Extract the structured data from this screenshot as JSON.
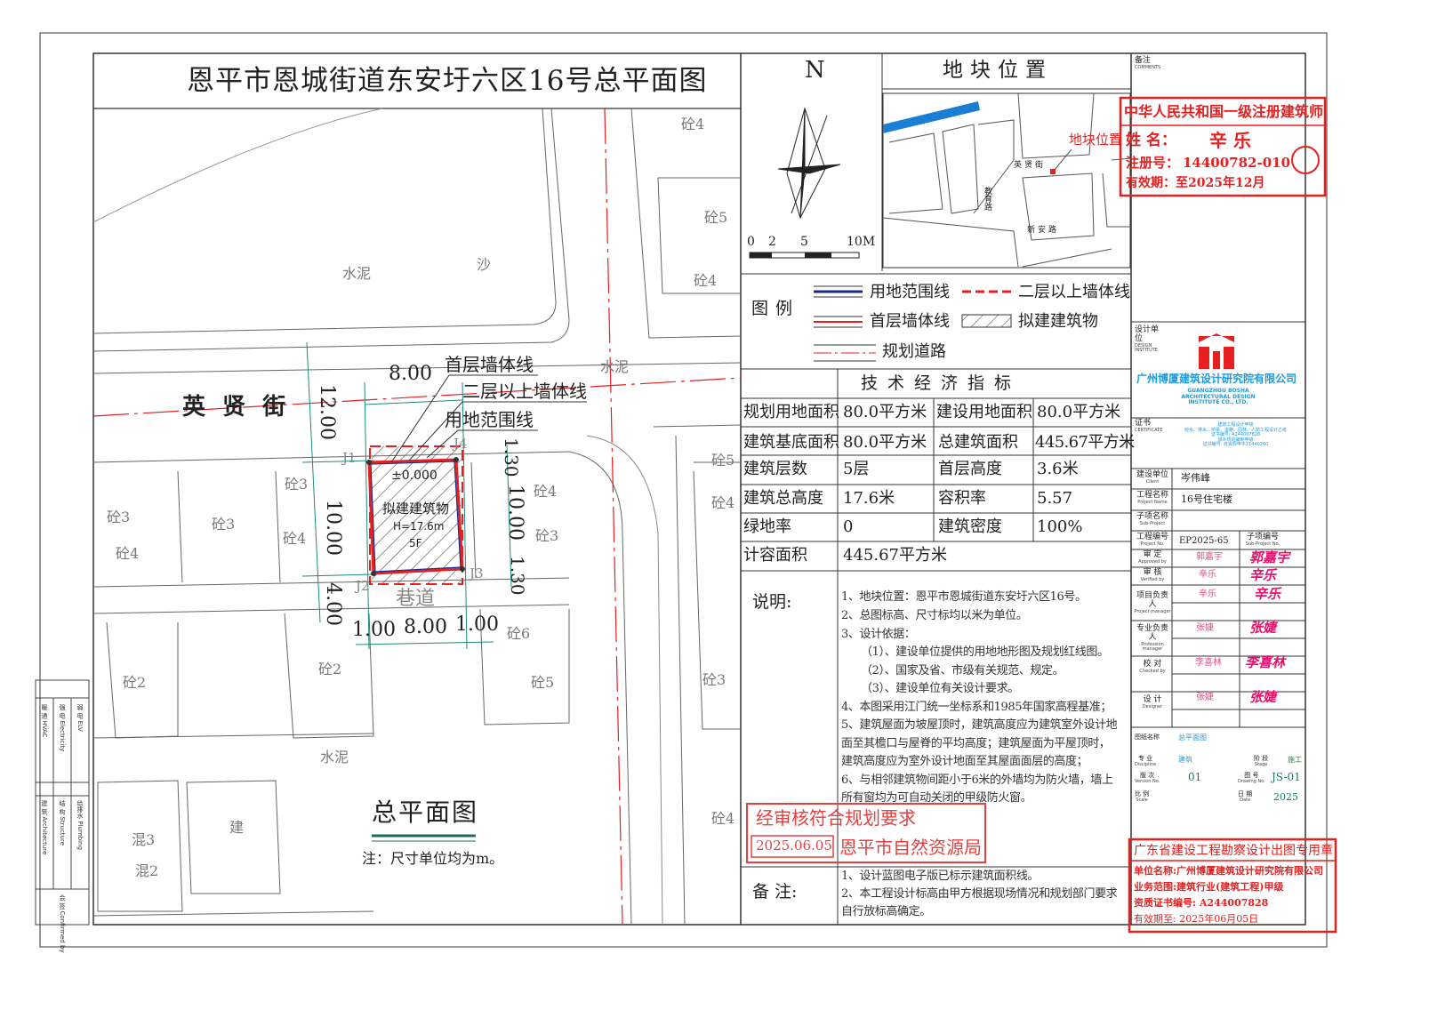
{
  "title": "恩平市恩城街道东安圩六区16号总平面图",
  "north": {
    "label": "N",
    "scale_ticks": [
      "0",
      "2",
      "5",
      "10M"
    ]
  },
  "location": {
    "header": "地块位置",
    "marker_label": "地块位置",
    "streets": [
      "英贤街",
      "教育路",
      "新安路"
    ],
    "river_color": "#1a7fd4"
  },
  "legend": {
    "title": "图例",
    "items": [
      {
        "label": "用地范围线",
        "color": "#1a2a8a"
      },
      {
        "label": "二层以上墙体线",
        "color": "#e62020"
      },
      {
        "label": "首层墙体线",
        "color": "#e62020"
      },
      {
        "label": "拟建建筑物",
        "color": "#333333"
      },
      {
        "label": "规划道路",
        "color": "#e62020"
      }
    ]
  },
  "tech": {
    "header": "技术经济指标",
    "rows": [
      [
        "规划用地面积",
        "80.0平方米",
        "建设用地面积",
        "80.0平方米"
      ],
      [
        "建筑基底面积",
        "80.0平方米",
        "总建筑面积",
        "445.67平方米"
      ],
      [
        "建筑层数",
        "5层",
        "首层高度",
        "3.6米"
      ],
      [
        "建筑总高度",
        "17.6米",
        "容积率",
        "5.57"
      ],
      [
        "绿地率",
        "0",
        "建筑密度",
        "100%"
      ],
      [
        "计容面积",
        "445.67平方米"
      ]
    ]
  },
  "notes": {
    "label": "说明:",
    "lines": [
      "1、地块位置：恩平市恩城街道东安圩六区16号。",
      "2、总图标高、尺寸标均以米为单位。",
      "3、设计依据：",
      "（1）、建设单位提供的用地地形图及规划红线图。",
      "（2）、国家及省、市级有关规范、规定。",
      "（3）、建设单位有关设计要求。",
      "4、本图采用江门统一坐标系和1985年国家高程基准；",
      "5、建筑屋面为坡屋顶时，建筑高度应为建筑室外设计地",
      "面至其檐口与屋脊的平均高度；建筑屋面为平屋顶时，",
      "建筑高度应为室外设计地面至其屋面面层的高度；",
      "6、与相邻建筑物间距小于6米的外墙均为防火墙，墙上",
      "所有窗均为可自动关闭的甲级防火窗。"
    ]
  },
  "remarks": {
    "label": "备 注:",
    "lines": [
      "1、设计蓝图电子版已标示建筑面积线。",
      "2、本工程设计标高由甲方根据现场情况和规划部门要求",
      "自行放标高确定。"
    ]
  },
  "map": {
    "street": "英 贤 街",
    "alley": "巷道",
    "plan_title": "总平面图",
    "plan_note": "注：尺寸单位均为m。",
    "callouts": [
      "首层墙体线",
      "二层以上墙体线",
      "用地范围线"
    ],
    "building": {
      "elevation": "±0.000",
      "name": "拟建建筑物",
      "height": "H=17.6m",
      "floors": "5F"
    },
    "dims": [
      "8.00",
      "12.00",
      "10.00",
      "4.00",
      "1.00",
      "8.00",
      "1.00",
      "1.30",
      "10.00",
      "1.30"
    ],
    "points": [
      "J1",
      "J2",
      "J3",
      "J4"
    ],
    "surface": [
      "水泥",
      "沙",
      "水泥",
      "水泥"
    ],
    "materials": [
      "砼4",
      "砼5",
      "砼4",
      "砼3",
      "砼4",
      "砼3",
      "砼4",
      "砼3",
      "砼4",
      "砼4",
      "砼3",
      "砼6",
      "砼2",
      "砼2",
      "砼5",
      "砼3",
      "砼4",
      "砼4",
      "混3",
      "混2",
      "建",
      "砼5"
    ]
  },
  "titleblock": {
    "comments": {
      "cn": "备注",
      "en": "COMMENTS"
    },
    "design_institute": {
      "cn": "设计单位",
      "en": "DESIGN INSTITUTE"
    },
    "company_cn": "广州博厦建筑设计研究院有限公司",
    "company_en": "GUANGZHOU BOSHA ARCHITECTURAL DESIGN INSTITUTE CO., LTD.",
    "certificate": {
      "cn": "证书",
      "en": "CERTIFICATE",
      "lines": [
        "建筑工程设计甲级",
        "给水、排水、桥梁、道路、园林、人防工程设计乙级",
        "证书编号: A244007828",
        "城乡规划编制甲级",
        "证书编号: 自资规甲字21440260"
      ]
    },
    "client": {
      "label": "建设单位",
      "en": "Client",
      "value": "岑伟峰"
    },
    "project": {
      "label": "工程名称",
      "en": "Project Name",
      "value": "16号住宅楼"
    },
    "subproject": {
      "label": "子项名称",
      "en": "Sub-Project",
      "value": ""
    },
    "project_no": {
      "label": "工程编号",
      "en": "Project No.",
      "value": "EP2025-65",
      "sub_label": "子项编号",
      "sub_en": "Sub-Project No."
    },
    "people": [
      {
        "label": "审 定",
        "en": "Approved by",
        "name": "郭嘉宇",
        "sign": "郭嘉宇"
      },
      {
        "label": "审 核",
        "en": "Verified by",
        "name": "辛乐",
        "sign": "辛乐"
      },
      {
        "label": "项目负责人",
        "en": "Project manager",
        "name": "辛乐",
        "sign": "辛乐"
      },
      {
        "label": "专业负责人",
        "en": "Profession manager",
        "name": "张婕",
        "sign": "张婕"
      },
      {
        "label": "校 对",
        "en": "Checked by",
        "name": "李喜林",
        "sign": "李喜林"
      },
      {
        "label": "设 计",
        "en": "Designer",
        "name": "张婕",
        "sign": "张婕"
      }
    ],
    "drawing_name": {
      "label": "图纸名称",
      "value": "总平面图"
    },
    "discipline": {
      "label": "专 业",
      "en": "Discipline",
      "value": "建筑"
    },
    "stage": {
      "label": "阶 段",
      "en": "Stage",
      "value": "施工"
    },
    "version": {
      "label": "版 次",
      "en": "Version No.",
      "value": "01"
    },
    "drawing_no": {
      "label": "图 号",
      "en": "Drawing No.",
      "value": "JS-01"
    },
    "scale": {
      "label": "比 例",
      "en": "Scale"
    },
    "date": {
      "label": "日 期",
      "en": "Date",
      "value": "2025"
    }
  },
  "side_strip": {
    "rows": [
      [
        "建 筑 Architecture",
        "结 构 Structure",
        "给排水 Plumbing"
      ],
      [
        "暖 通 HVAC",
        "强 电 Electricity",
        "弱 电 ELV"
      ]
    ],
    "confirm": "会 签 Confirmed by"
  },
  "stamps": {
    "planning": {
      "top": "经审核符合规划要求",
      "date": "2025.06.05",
      "bottom": "恩平市自然资源局"
    },
    "architect": {
      "title": "中华人民共和国一级注册建筑师",
      "name_label": "姓 名：",
      "name": "辛 乐",
      "reg_label": "注册号：",
      "reg": "14400782-010",
      "valid": "有效期：至2025年12月"
    },
    "survey": {
      "title": "广东省建设工程勘察设计出图专用章",
      "unit": "单位名称:广州博厦建筑设计研究院有限公司",
      "scope": "业务范围:建筑行业(建筑工程)甲级",
      "cert": "资质证书编号: A244007828",
      "valid": "有效期至: 2025年06月05日"
    }
  }
}
